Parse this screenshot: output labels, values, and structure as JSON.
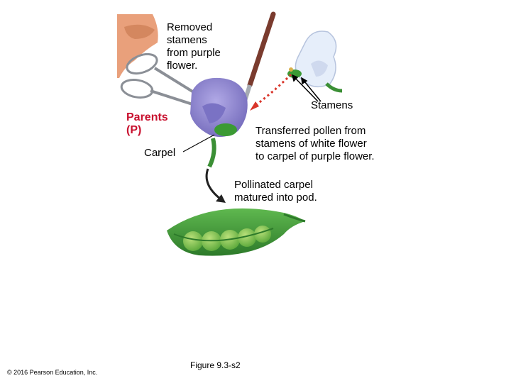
{
  "labels": {
    "removed_stamens": "Removed\nstamens\nfrom purple\nflower.",
    "parents": "Parents\n(P)",
    "carpel": "Carpel",
    "stamens": "Stamens",
    "transferred_pollen": "Transferred pollen from\nstamens of white flower\nto carpel of purple flower.",
    "pollinated": "Pollinated carpel\nmatured into pod.",
    "figure": "Figure 9.3-s2",
    "copyright": "© 2016 Pearson Education, Inc."
  },
  "colors": {
    "parents_label": "#c8102e",
    "purple_flower": "#8f86cf",
    "white_flower": "#e6eefa",
    "pea_pod": "#3f9a3a",
    "pollen_arrow": "#d9352a"
  }
}
